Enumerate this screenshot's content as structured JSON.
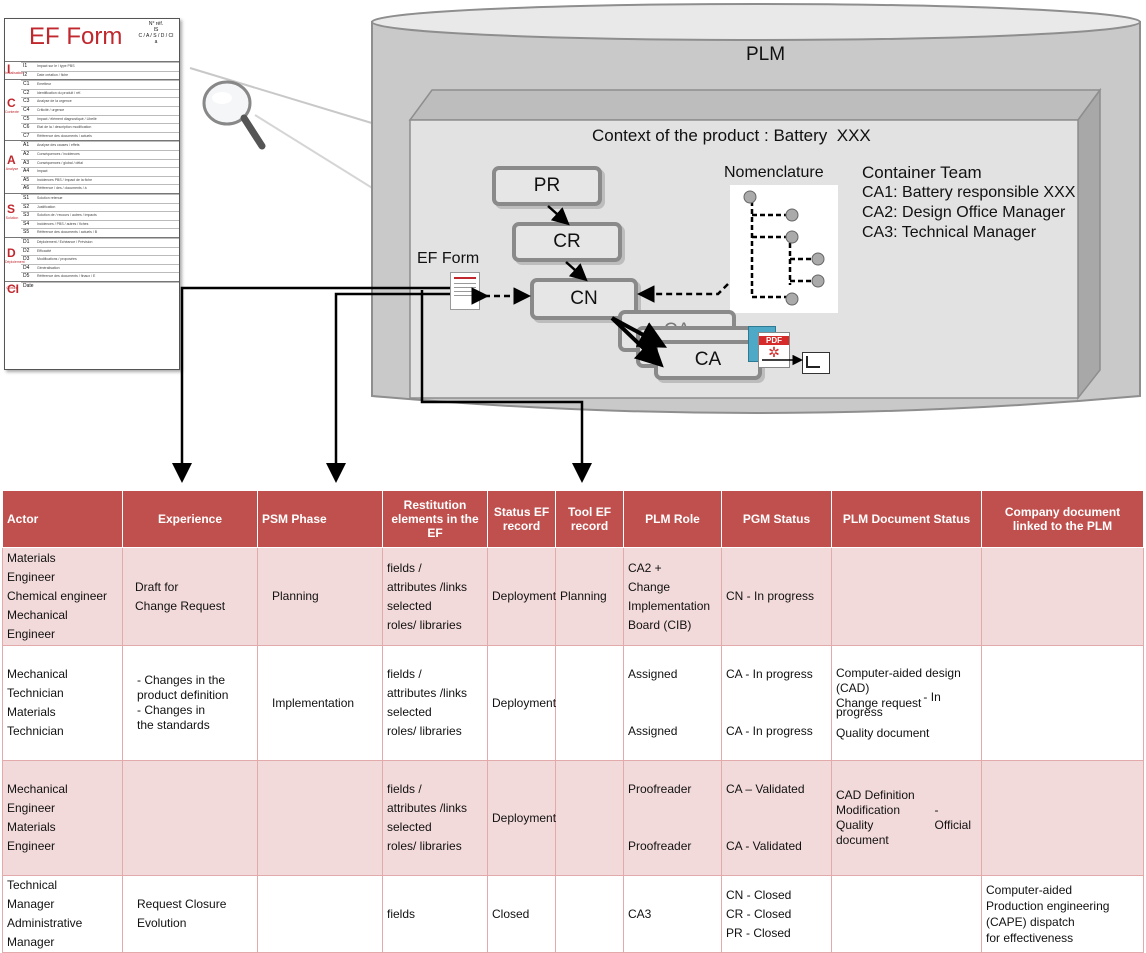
{
  "ef_form_thumbnail": {
    "title": "EF Form",
    "ref_lines": [
      "N° réf.",
      "IS",
      "C / A / S / D / CI",
      "a"
    ],
    "sections": [
      {
        "letter": "I",
        "label": "Initialisation",
        "rows": [
          {
            "code": "I1",
            "text": "Impact sur le / type PBS"
          },
          {
            "code": "I2",
            "text": "Date création / fiche"
          }
        ]
      },
      {
        "letter": "C",
        "label": "Contexte",
        "rows": [
          {
            "code": "C1",
            "text": "Emetteur"
          },
          {
            "code": "C2",
            "text": "Identification du produit / réf."
          },
          {
            "code": "C3",
            "text": "Analyse de la urgence"
          },
          {
            "code": "C4",
            "text": "Criticité / urgence"
          },
          {
            "code": "C5",
            "text": "Impact / élément diagnostiqué / Libellé"
          },
          {
            "code": "C6",
            "text": "Etat de la / description modification"
          },
          {
            "code": "C7",
            "text": "Référence des documents / actuels"
          }
        ]
      },
      {
        "letter": "A",
        "label": "Analyse",
        "rows": [
          {
            "code": "A1",
            "text": "Analyse des causes / effets"
          },
          {
            "code": "A2",
            "text": "Conséquences / incidences"
          },
          {
            "code": "A3",
            "text": "Conséquences / global / délai"
          },
          {
            "code": "A4",
            "text": "Impact"
          },
          {
            "code": "A5",
            "text": "Incidences PBS / Impact de la fiche"
          },
          {
            "code": "A6",
            "text": "Référence / des / documents / à"
          }
        ]
      },
      {
        "letter": "S",
        "label": "Solution",
        "rows": [
          {
            "code": "S1",
            "text": "Solution retenue"
          },
          {
            "code": "S2",
            "text": "Justification"
          },
          {
            "code": "S3",
            "text": "Solution de / recours / autres / impacts"
          },
          {
            "code": "S4",
            "text": "Incidences / PBS / autres / fiches"
          },
          {
            "code": "S5",
            "text": "Référence des documents / actuels / B"
          }
        ]
      },
      {
        "letter": "D",
        "label": "Déploiement",
        "rows": [
          {
            "code": "D1",
            "text": "Déploiement / Echéance / Prévision"
          },
          {
            "code": "D2",
            "text": "Efficacité"
          },
          {
            "code": "D3",
            "text": "Modifications / proposées"
          },
          {
            "code": "D4",
            "text": "Généralisation"
          },
          {
            "code": "D5",
            "text": "Référence des documents / finaux / E"
          }
        ]
      },
      {
        "letter": "CI",
        "label": "Clôture",
        "rows": [
          {
            "code": "Date",
            "text": ""
          }
        ]
      }
    ]
  },
  "plm": {
    "title": "PLM",
    "context_title": "Context of the product : Battery  XXX",
    "nomenclature_label": "Nomenclature",
    "ef_form_label": "EF Form",
    "boxes": {
      "pr": "PR",
      "cr": "CR",
      "cn": "CN",
      "ca": "CA",
      "ca_back": "CA"
    },
    "container_team": {
      "title": "Container Team",
      "members": [
        "CA1: Battery responsible XXX",
        "CA2: Design Office Manager",
        "CA3: Technical Manager"
      ]
    },
    "icons": {
      "pdf": "PDF"
    }
  },
  "table": {
    "header_color": "#c0504d",
    "headers": [
      "Actor",
      "Experience",
      "PSM Phase",
      "Restitution elements in the EF",
      "Status EF record",
      "Tool EF record",
      "PLM Role",
      "PGM Status",
      "PLM Document Status",
      "Company document linked to the PLM"
    ],
    "rows": [
      {
        "actor": "Materials\nEngineer\nChemical engineer\nMechanical\nEngineer",
        "experience": "Draft for\nChange Request",
        "psm_phase": "Planning",
        "restitution": "fields /\nattributes /links\nselected\nroles/ libraries",
        "status_ef": "Deployment",
        "tool_ef": "Planning",
        "plm_role": "CA2 +\nChange\nImplementation\nBoard (CIB)",
        "pgm_status": "CN - In progress",
        "plm_doc_status": "",
        "company_doc": ""
      },
      {
        "actor": "Mechanical\nTechnician\nMaterials\nTechnician",
        "experience": "- Changes in the\nproduct definition\n- Changes in\nthe standards",
        "psm_phase": "Implementation",
        "restitution": "fields /\nattributes /links\nselected\nroles/ libraries",
        "status_ef": "Deployment",
        "tool_ef": "",
        "plm_role_top": "Assigned",
        "plm_role_bottom": "Assigned",
        "pgm_status_top": "CA - In progress",
        "pgm_status_bottom": "CA - In progress",
        "plm_doc_status": "Computer-aided design (CAD)\nChange request",
        "plm_doc_status_note": "- In progress",
        "plm_doc_status_last": "Quality document",
        "company_doc": ""
      },
      {
        "actor": "Mechanical\nEngineer\nMaterials\nEngineer",
        "experience": "",
        "psm_phase": "",
        "restitution": "fields /\nattributes /links\nselected\nroles/ libraries",
        "status_ef": "Deployment",
        "tool_ef": "",
        "plm_role_top": "Proofreader",
        "plm_role_bottom": "Proofreader",
        "pgm_status_top": "CA – Validated",
        "pgm_status_bottom": "CA - Validated",
        "plm_doc_status": "CAD Definition\nModification\nQuality document",
        "plm_doc_status_note": "- Official",
        "company_doc": ""
      },
      {
        "actor": "Technical\nManager\nAdministrative\nManager",
        "experience": "Request Closure\nEvolution",
        "psm_phase": "",
        "restitution": "fields",
        "status_ef": "Closed",
        "tool_ef": "",
        "plm_role": "CA3",
        "pgm_status": "CN - Closed\nCR - Closed\nPR - Closed",
        "plm_doc_status": "",
        "company_doc": "Computer-aided\nProduction engineering\n(CAPE) dispatch\nfor effectiveness"
      }
    ]
  }
}
